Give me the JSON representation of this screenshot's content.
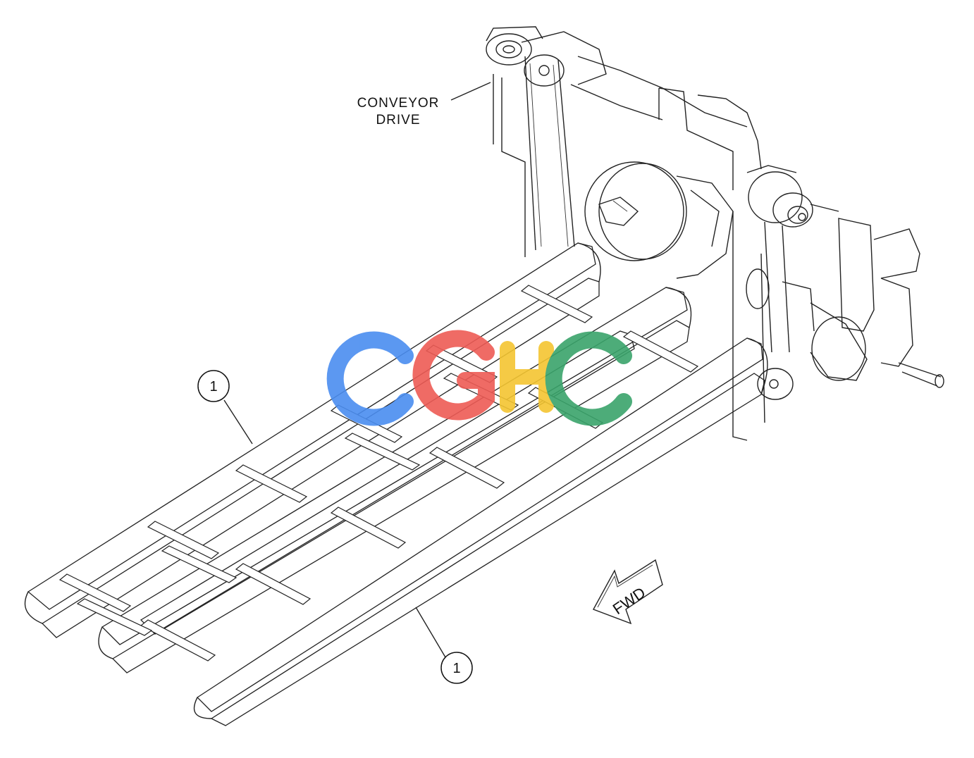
{
  "labels": {
    "conveyor_drive_line1": "CONVEYOR",
    "conveyor_drive_line2": "DRIVE",
    "fwd": "FWD"
  },
  "callouts": [
    {
      "number": "1"
    },
    {
      "number": "1"
    }
  ],
  "watermark": {
    "text": "CGHC",
    "colors": [
      "#4a8df0",
      "#ee5b55",
      "#f4c531",
      "#3aa46b"
    ]
  }
}
